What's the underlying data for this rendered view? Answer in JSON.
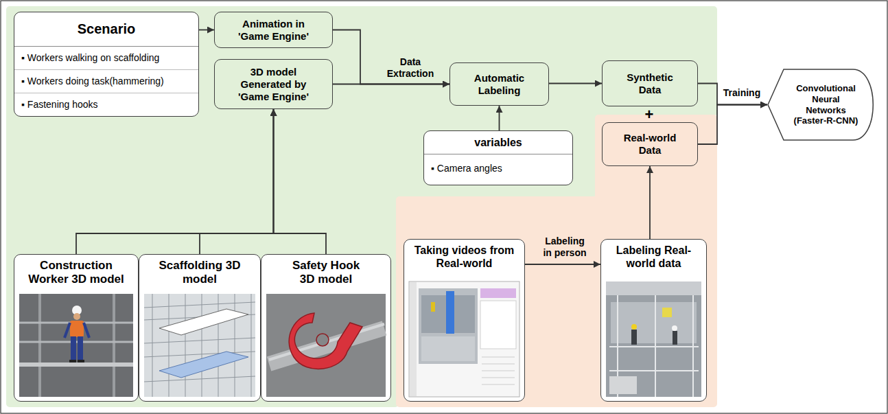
{
  "diagram": {
    "nodes": [
      {
        "text": [
          "Scenario",
          "▪ Workers walking on scaffolding",
          "▪ Workers doing task(hammering)",
          "▪ Fastening hooks"
        ]
      },
      {
        "text": [
          "Animation in 'Game Engine'"
        ]
      },
      {
        "text": [
          "3D model Generated by 'Game Engine'"
        ]
      },
      {
        "text": [
          "Automatic Labeling"
        ]
      },
      {
        "text": [
          "variables",
          "▪ Camera angles"
        ]
      },
      {
        "text": [
          "Synthetic Data"
        ]
      },
      {
        "text": [
          "Real-world Data"
        ]
      },
      {
        "text": [
          "Convolutional Neural Networks (Faster-R-CNN)"
        ]
      },
      {
        "text": [
          "Construction Worker 3D model"
        ]
      },
      {
        "text": [
          "Scaffolding 3D model"
        ]
      },
      {
        "text": [
          "Safety Hook 3D model"
        ]
      },
      {
        "text": [
          "Taking videos from Real-world"
        ]
      },
      {
        "text": [
          "Labeling Real-world data"
        ]
      }
    ],
    "edges": [
      {
        "from": 0,
        "to": 1,
        "arrow": "to"
      },
      {
        "from": 1,
        "to": 3,
        "arrow": "to"
      },
      {
        "from": 2,
        "to": 3,
        "arrow": "to"
      },
      {
        "from": 4,
        "to": 3,
        "arrow": "to"
      },
      {
        "from": 3,
        "to": 5,
        "arrow": "to"
      },
      {
        "from": 5,
        "to": 7,
        "arrow": "to"
      },
      {
        "from": 6,
        "to": 7,
        "arrow": "to"
      },
      {
        "from": 8,
        "to": 2,
        "arrow": "to"
      },
      {
        "from": 9,
        "to": 2,
        "arrow": "to"
      },
      {
        "from": 10,
        "to": 2,
        "arrow": "to"
      },
      {
        "from": 11,
        "to": 12,
        "arrow": "to"
      },
      {
        "from": 12,
        "to": 6,
        "arrow": "to"
      }
    ],
    "labels": [
      "Data Extraction",
      "Training",
      "+",
      "Labeling in person"
    ]
  }
}
